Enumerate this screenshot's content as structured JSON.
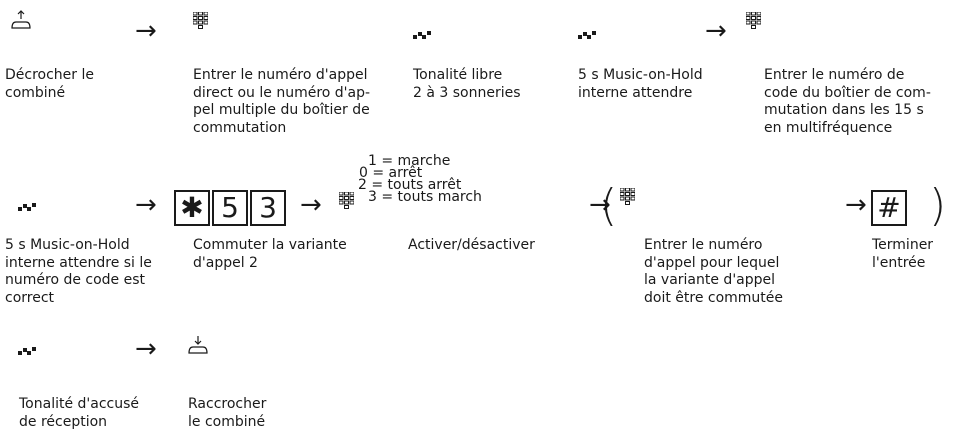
{
  "row1": {
    "arrow1": "→",
    "arrow2": "→",
    "cap1": [
      "Décrocher le",
      "combiné"
    ],
    "cap2": [
      "Entrer le numéro d'appel",
      "direct ou le numéro d'ap-",
      "pel multiple du boîtier de",
      "commutation"
    ],
    "cap3": [
      "Tonalité libre",
      "2 à 3 sonneries"
    ],
    "cap4": [
      "5 s Music-on-Hold",
      "interne attendre"
    ],
    "cap5": [
      "Entrer le numéro de",
      "code du boîtier de com-",
      "mutation dans les 15 s",
      "en multifréquence"
    ]
  },
  "row2": {
    "arrow1": "→",
    "arrow2": "→",
    "arrow3": "→",
    "arrow4": "→",
    "keys": [
      "✱",
      "5",
      "3"
    ],
    "hash_key": "#",
    "paren_open": "(",
    "paren_close": ")",
    "options": [
      "1 = marche",
      "0 = arrêt",
      "2 = touts arrêt",
      "3 = touts march"
    ],
    "cap1": [
      "5 s Music-on-Hold",
      "interne attendre si le",
      "numéro de code est",
      "correct"
    ],
    "cap2": [
      "Commuter la variante",
      "d'appel 2"
    ],
    "cap3": [
      "Activer/désactiver"
    ],
    "cap4": [
      "Entrer le numéro",
      "d'appel pour lequel",
      "la variante d'appel",
      "doit être commutée"
    ],
    "cap5": [
      "Terminer",
      "l'entrée"
    ]
  },
  "row3": {
    "arrow1": "→",
    "cap1": [
      "Tonalité d'accusé",
      "de réception"
    ],
    "cap2": [
      "Raccrocher",
      "le combiné"
    ]
  },
  "icons": {
    "lift": "handset-lift-icon",
    "hangup": "handset-hangup-icon",
    "keypad": "keypad-icon",
    "tone": "tone-icon"
  }
}
